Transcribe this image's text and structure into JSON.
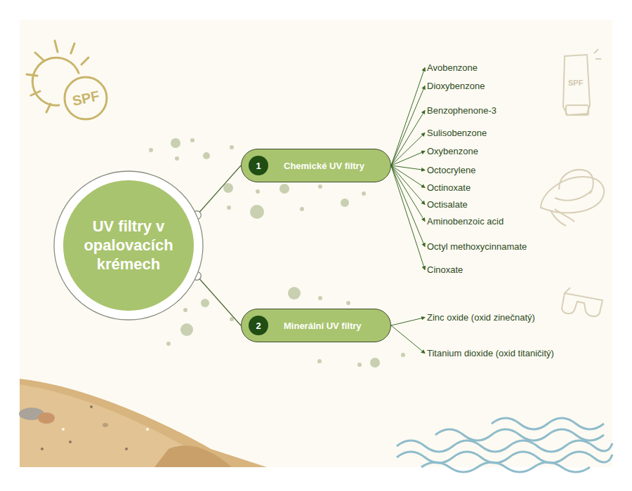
{
  "diagram": {
    "nodes": [
      {
        "text": [
          "UV filtry v opalovacích krémech"
        ]
      },
      {
        "text": [
          "1",
          "Chemické UV filtry"
        ]
      },
      {
        "text": [
          "Avobenzone"
        ]
      },
      {
        "text": [
          "Dioxybenzone"
        ]
      },
      {
        "text": [
          "Benzophenone-3"
        ]
      },
      {
        "text": [
          "Sulisobenzone"
        ]
      },
      {
        "text": [
          "Oxybenzone"
        ]
      },
      {
        "text": [
          "Octocrylene"
        ]
      },
      {
        "text": [
          "Octinoxate"
        ]
      },
      {
        "text": [
          "Octisalate"
        ]
      },
      {
        "text": [
          "Aminobenzoic acid"
        ]
      },
      {
        "text": [
          "Octyl methoxycinnamate"
        ]
      },
      {
        "text": [
          "Cinoxate"
        ]
      },
      {
        "text": [
          "2",
          "Minerální UV filtry"
        ]
      },
      {
        "text": [
          "Zinc oxide (oxid zinečnatý)"
        ]
      },
      {
        "text": [
          "Titanium dioxide (oxid titaničitý)"
        ]
      }
    ],
    "edges": [
      {
        "from": 0,
        "to": 1,
        "arrow": "none"
      },
      {
        "from": 0,
        "to": 13,
        "arrow": "none"
      },
      {
        "from": 1,
        "to": 2,
        "arrow": "to"
      },
      {
        "from": 1,
        "to": 3,
        "arrow": "to"
      },
      {
        "from": 1,
        "to": 4,
        "arrow": "to"
      },
      {
        "from": 1,
        "to": 5,
        "arrow": "to"
      },
      {
        "from": 1,
        "to": 6,
        "arrow": "to"
      },
      {
        "from": 1,
        "to": 7,
        "arrow": "to"
      },
      {
        "from": 1,
        "to": 8,
        "arrow": "to"
      },
      {
        "from": 1,
        "to": 9,
        "arrow": "to"
      },
      {
        "from": 1,
        "to": 10,
        "arrow": "to"
      },
      {
        "from": 1,
        "to": 11,
        "arrow": "to"
      },
      {
        "from": 1,
        "to": 12,
        "arrow": "to"
      },
      {
        "from": 13,
        "to": 14,
        "arrow": "to"
      },
      {
        "from": 13,
        "to": 15,
        "arrow": "to"
      }
    ],
    "labels": [
      "SPF",
      "SPF"
    ]
  }
}
